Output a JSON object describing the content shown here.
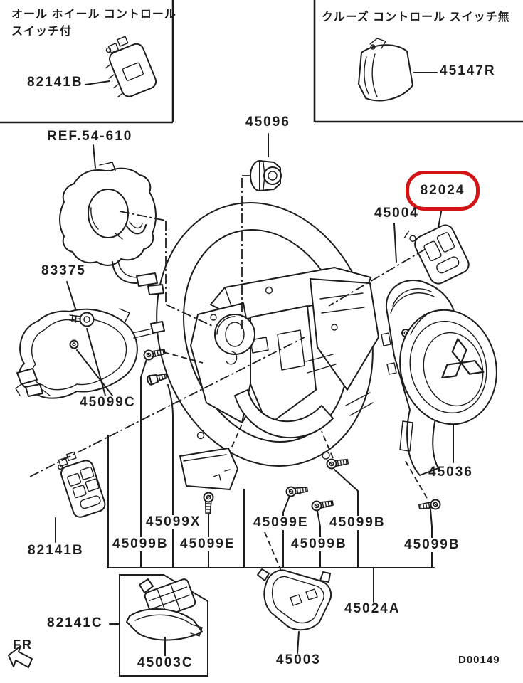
{
  "colors": {
    "background": "#ffffff",
    "line": "#1d1d1d",
    "highlight": "#d31414"
  },
  "header": {
    "left_box": {
      "caption_line1": "オール ホイール コントロール",
      "caption_line2": "スイッチ付",
      "part_label": "82141B"
    },
    "right_box": {
      "caption": "クルーズ コントロール スイッチ無",
      "part_label": "45147R"
    }
  },
  "reference_label": "REF.54-610",
  "highlighted_part": {
    "label": "82024"
  },
  "parts": {
    "nut": "45096",
    "steering_wheel": "45004",
    "harness": "83375",
    "harness_screw": "45099C",
    "switch_lower": "82141B",
    "bolt_x": "45099X",
    "screw_e1": "45099E",
    "screw_b1": "45099B",
    "screw_b2": "45099B",
    "screw_e2": "45099E",
    "screw_b3": "45099B",
    "screw_b4": "45099B",
    "airbag_module": "45036",
    "cover_set": "82141C",
    "column_cover_upper": "45003C",
    "column_cover_lower": "45003",
    "cover_assembly": "45024A"
  },
  "footer": {
    "fr_label": "FR",
    "diagram_code": "D00149"
  }
}
